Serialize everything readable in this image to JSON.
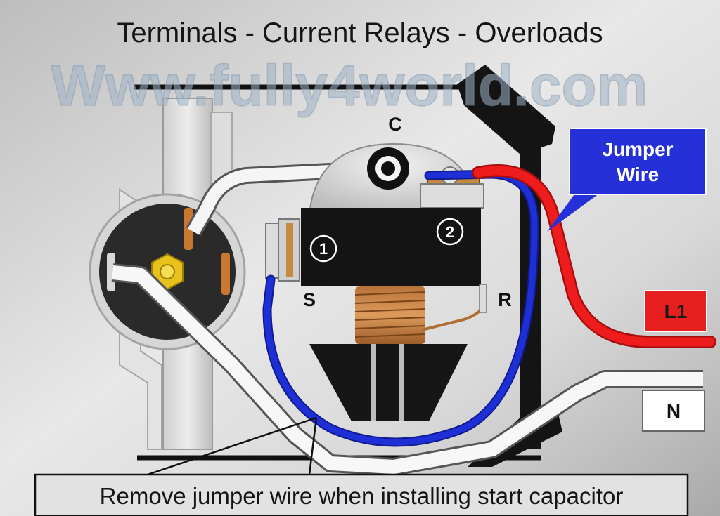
{
  "title": "Terminals - Current Relays - Overloads",
  "watermark": "Www.fully4world.com",
  "terminals": {
    "common": "C",
    "start": "S",
    "run": "R"
  },
  "relay": {
    "terminal_1": "1",
    "terminal_2": "2"
  },
  "callout": {
    "line1": "Jumper",
    "line2": "Wire"
  },
  "labels": {
    "line": "L1",
    "neutral": "N"
  },
  "caption": "Remove jumper wire when installing start capacitor",
  "colors": {
    "jumper_wire": "#1f2fd6",
    "line_wire": "#ee1c1c",
    "callout_fill": "#2530d8",
    "badge_l1": "#e81f1f",
    "relay_body": "#141414"
  },
  "icons": [
    "compressor-terminal-cluster",
    "relay-coil",
    "tapered-relay-base"
  ]
}
